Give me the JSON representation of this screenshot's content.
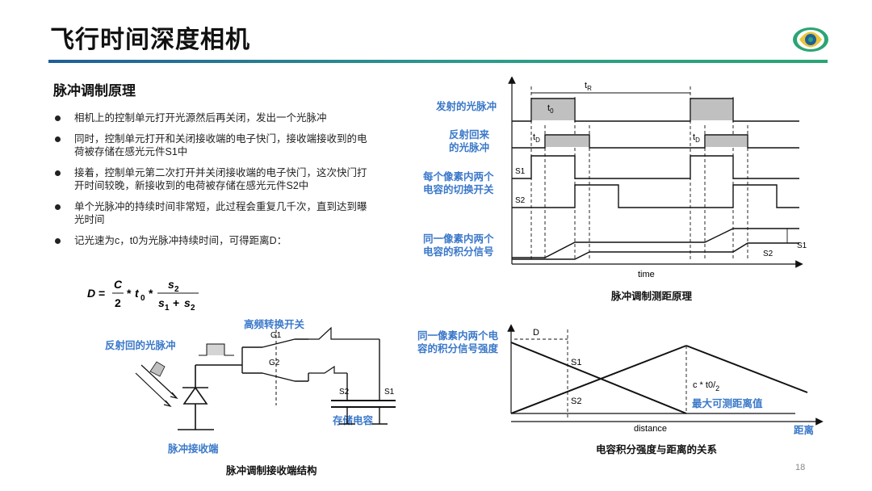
{
  "slide": {
    "title": "飞行时间深度相机",
    "section_title": "脉冲调制原理",
    "bullets": [
      "相机上的控制单元打开光源然后再关闭，发出一个光脉冲",
      "同时，控制单元打开和关闭接收端的电子快门，接收端接收到的电荷被存储在感光元件S1中",
      "接着，控制单元第二次打开并关闭接收端的电子快门，这次快门打开时间较晚，新接收到的电荷被存储在感光元件S2中",
      "单个光脉冲的持续时间非常短，此过程会重复几千次，直到达到曝光时间",
      "记光速为c，t0为光脉冲持续时间，可得距离D："
    ],
    "formula": {
      "lhs": "D",
      "c": "C",
      "two": "2",
      "t0": "t",
      "t0_sub": "0",
      "s_num": "s",
      "s_num_sub": "2",
      "s_den1": "s",
      "s_den1_sub": "1",
      "s_den2": "s",
      "s_den2_sub": "2"
    },
    "page_number": "18"
  },
  "timing_diagram": {
    "caption": "脉冲调制测距原理",
    "labels": {
      "emitted": "发射的光脉冲",
      "reflected_1": "反射回来",
      "reflected_2": "的光脉冲",
      "switch_1": "每个像素内两个",
      "switch_2": "电容的切换开关",
      "integral_1": "同一像素内两个",
      "integral_2": "电容的积分信号"
    },
    "tR": "t",
    "tR_sub": "R",
    "t0": "t",
    "t0_sub": "0",
    "tD": "t",
    "tD_sub": "D",
    "s1": "S1",
    "s2": "S2",
    "time": "time"
  },
  "circuit_diagram": {
    "caption": "脉冲调制接收端结构",
    "high_freq_switch": "高频转换开关",
    "reflected_pulse": "反射回的光脉冲",
    "receiver": "脉冲接收端",
    "storage": "存储电容",
    "g1": "G1",
    "g2": "G2",
    "s1": "S1",
    "s2": "S2"
  },
  "distance_chart": {
    "caption": "电容积分强度与距离的关系",
    "ylabel_1": "同一像素内两个电",
    "ylabel_2": "容的积分信号强度",
    "d": "D",
    "s1": "S1",
    "s2": "S2",
    "ct0": "c * t0/",
    "ct0_den": "2",
    "max_distance": "最大可测距离值",
    "distance": "distance",
    "distance_cn": "距离"
  },
  "colors": {
    "accent_blue": "#3a78c9",
    "pulse_fill": "#c0c0c0",
    "rule_start": "#1f5f99",
    "rule_end": "#2aa574"
  }
}
